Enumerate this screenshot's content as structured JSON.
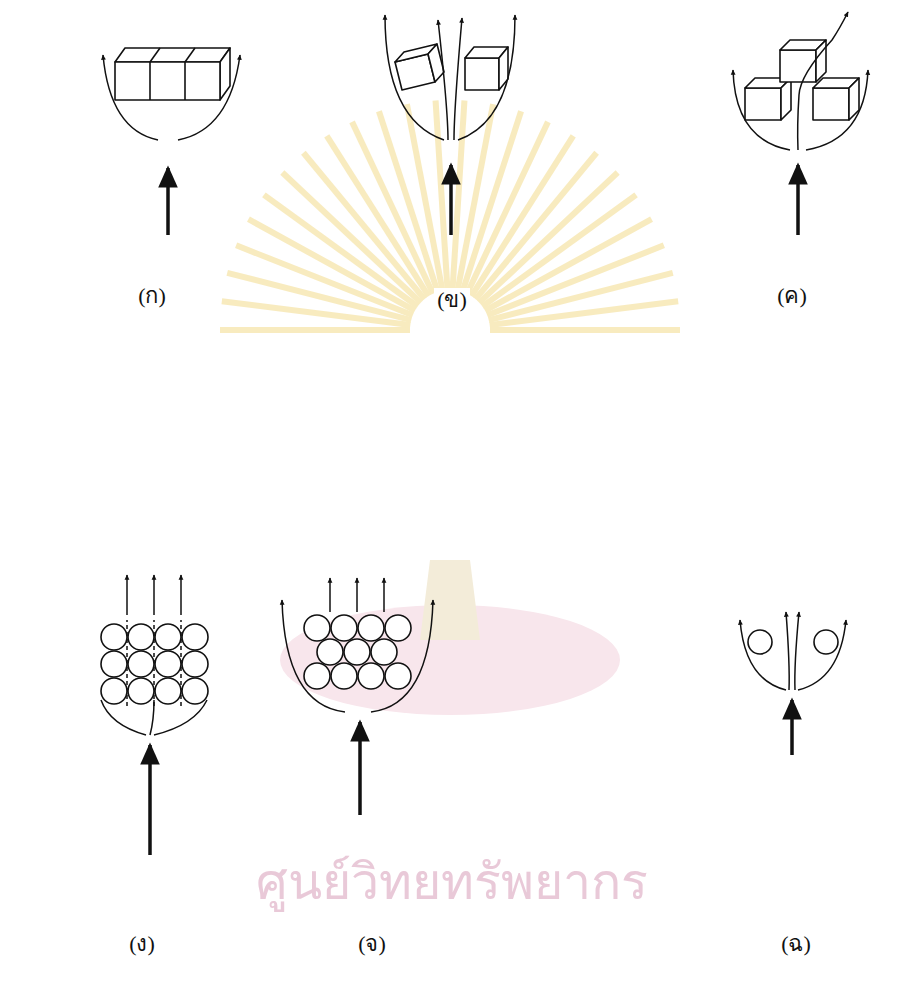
{
  "diagram": {
    "labels": [
      "(ก)",
      "(ข)",
      "(ค)",
      "(ง)",
      "(จ)",
      "(ฉ)",
      "ศูนย์วิทยทรัพยากร"
    ]
  }
}
